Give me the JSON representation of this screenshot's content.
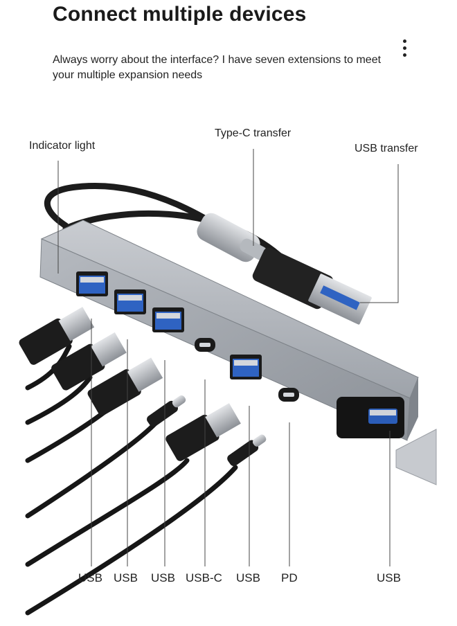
{
  "title": "Connect multiple devices",
  "subtitle": "Always worry about the interface? I have seven extensions to meet your multiple expansion needs",
  "callouts": {
    "indicator": "Indicator light",
    "type_c_transfer": "Type-C transfer",
    "usb_transfer": "USB transfer"
  },
  "ports": [
    "USB",
    "USB",
    "USB",
    "USB-C",
    "USB",
    "PD",
    "USB"
  ],
  "colors": {
    "hub_body": "#a9adb3",
    "cable": "#1c1c1c",
    "text": "#1a1a1a"
  },
  "icons": {
    "menu": "kebab-menu-icon"
  }
}
